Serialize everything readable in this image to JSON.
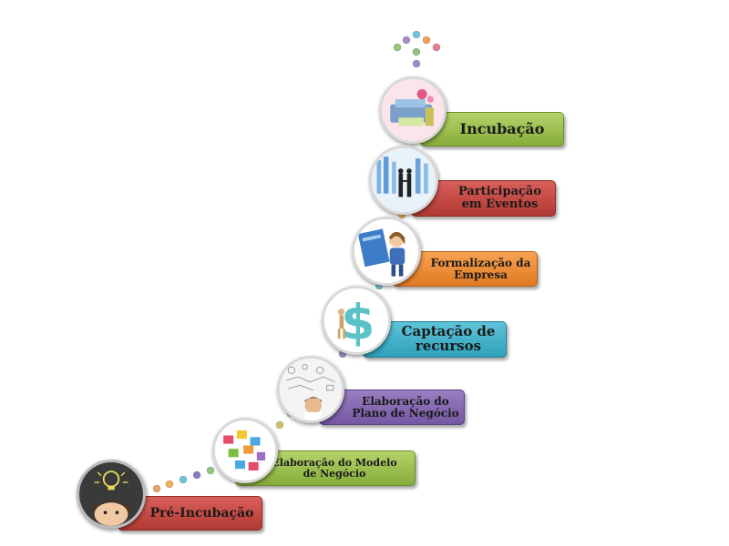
{
  "steps": [
    {
      "label": "Incubação",
      "color": "#9bc44f",
      "icon": "money-machine-icon"
    },
    {
      "label": "Participação\nem Eventos",
      "color": "#c94a44",
      "icon": "handshake-crowd-icon"
    },
    {
      "label": "Formalização da\nEmpresa",
      "color": "#f08c35",
      "icon": "woman-documents-icon"
    },
    {
      "label": "Captação de\nrecursos",
      "color": "#4ab3cb",
      "icon": "dollar-sign-icon"
    },
    {
      "label": "Elaboração do\nPlano de Negócio",
      "color": "#8668b3",
      "icon": "thinking-man-icon"
    },
    {
      "label": "Elaboração  do Modelo\nde Negócio",
      "color": "#9bc44f",
      "icon": "puzzle-icon"
    },
    {
      "label": "Pré-Incubação",
      "color": "#c94a44",
      "icon": "idea-woman-icon"
    }
  ]
}
